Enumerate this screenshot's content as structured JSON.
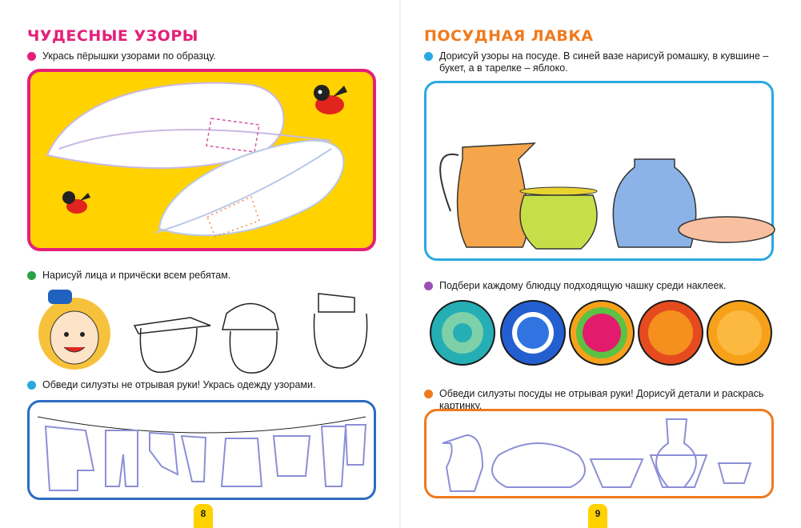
{
  "left_page": {
    "title": "Чудесные узоры",
    "instructions": [
      "Укрась пёрышки узорами по образцу.",
      "Нарисуй лица и причёски всем ребятам.",
      "Обведи силуэты не отрывая руки! Укрась одежду узорами."
    ],
    "page_number": "8"
  },
  "right_page": {
    "title": "Посудная лавка",
    "instructions": [
      "Дорисуй узоры на посуде. В синей вазе нарисуй ромашку, в кувшине – букет, а в тарелке – яблоко.",
      "Подбери каждому блюдцу подходящую чашку среди наклеек.",
      "Обведи силуэты посуды не отрывая руки! Дорисуй детали и раскрась картинку."
    ],
    "page_number": "9"
  },
  "colors": {
    "title_left": "#e4207a",
    "title_right": "#f07a1e",
    "magenta": "#e4207a",
    "green": "#2aa146",
    "cyan": "#29a9e0",
    "purple": "#9b4fb5",
    "orange": "#f07a1e",
    "yellow_frame": "#ffd200",
    "page_tab": "#ffd200"
  }
}
